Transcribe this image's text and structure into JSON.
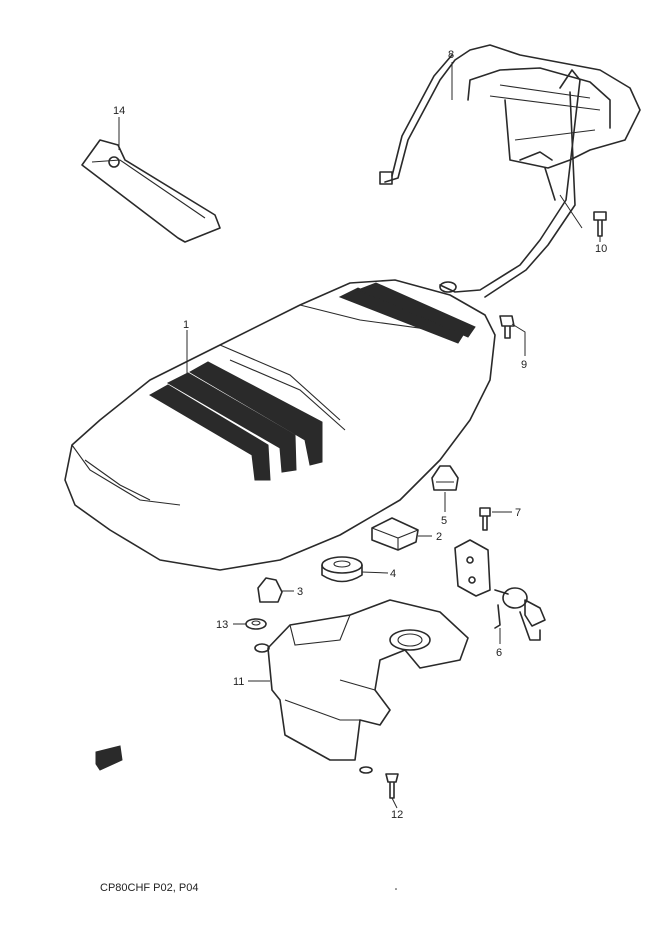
{
  "callouts": {
    "c1": "1",
    "c2": "2",
    "c3": "3",
    "c4": "4",
    "c5": "5",
    "c6": "6",
    "c7": "7",
    "c8": "8",
    "c9": "9",
    "c10": "10",
    "c11": "11",
    "c12": "12",
    "c13": "13",
    "c14": "14"
  },
  "footer": {
    "code": "CP80CHF P02, P04"
  },
  "colors": {
    "ink": "#2a2a2a",
    "paper": "#ffffff"
  }
}
